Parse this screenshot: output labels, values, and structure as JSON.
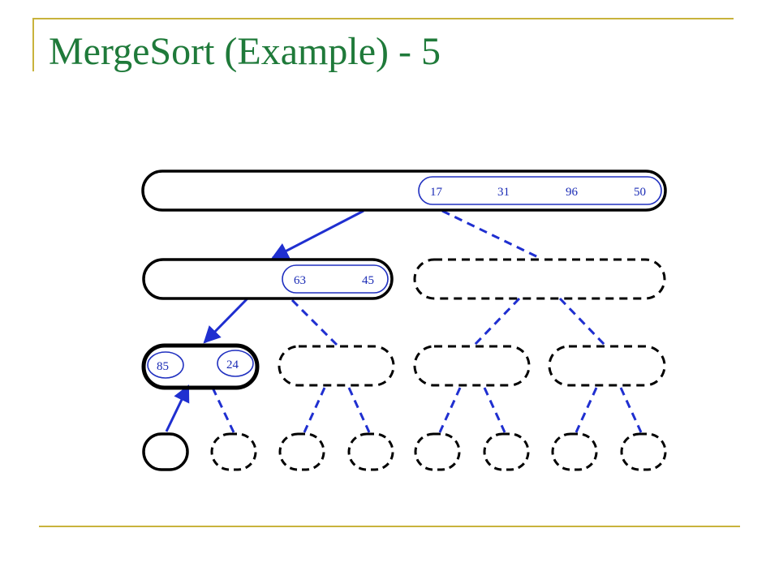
{
  "title": "MergeSort (Example) - 5",
  "colors": {
    "title": "#1f7a3a",
    "frame": "#c8b33c",
    "edge": "#1f2fd0",
    "node": "#000000",
    "inner": "#2030c0"
  },
  "tree": {
    "root": {
      "values": [
        "17",
        "31",
        "96",
        "50"
      ]
    },
    "level1_left": {
      "values": [
        "63",
        "45"
      ]
    },
    "level2_leftmost": {
      "values": [
        "85",
        "24"
      ]
    }
  }
}
